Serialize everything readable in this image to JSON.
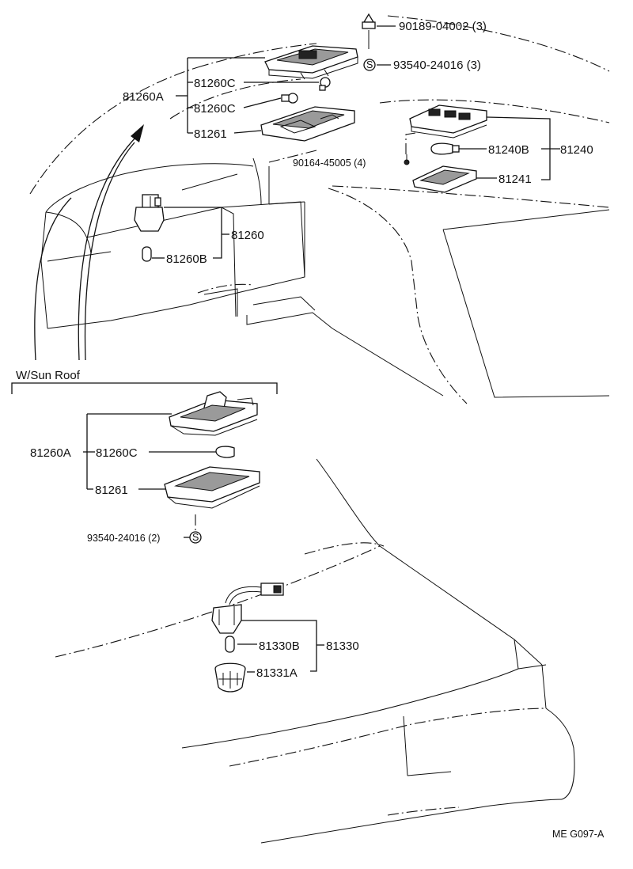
{
  "labels": {
    "p90189": "90189-04002 (3)",
    "p93540a": "93540-24016 (3)",
    "p81260A_top": "81260A",
    "p81260C_1": "81260C",
    "p81260C_2": "81260C",
    "p81261_top": "81261",
    "p90164": "90164-45005 (4)",
    "p81240B": "81240B",
    "p81240": "81240",
    "p81241": "81241",
    "p81260": "81260",
    "p81260B": "81260B",
    "sunroof": "W/Sun Roof",
    "p81260A_bot": "81260A",
    "p81260C_bot": "81260C",
    "p81261_bot": "81261",
    "p93540b": "93540-24016 (2)",
    "p81330B": "81330B",
    "p81330": "81330",
    "p81331A": "81331A",
    "figure_code": "ME G097-A",
    "s_symbol": "S"
  },
  "colors": {
    "ink": "#111111",
    "paper": "#ffffff"
  }
}
